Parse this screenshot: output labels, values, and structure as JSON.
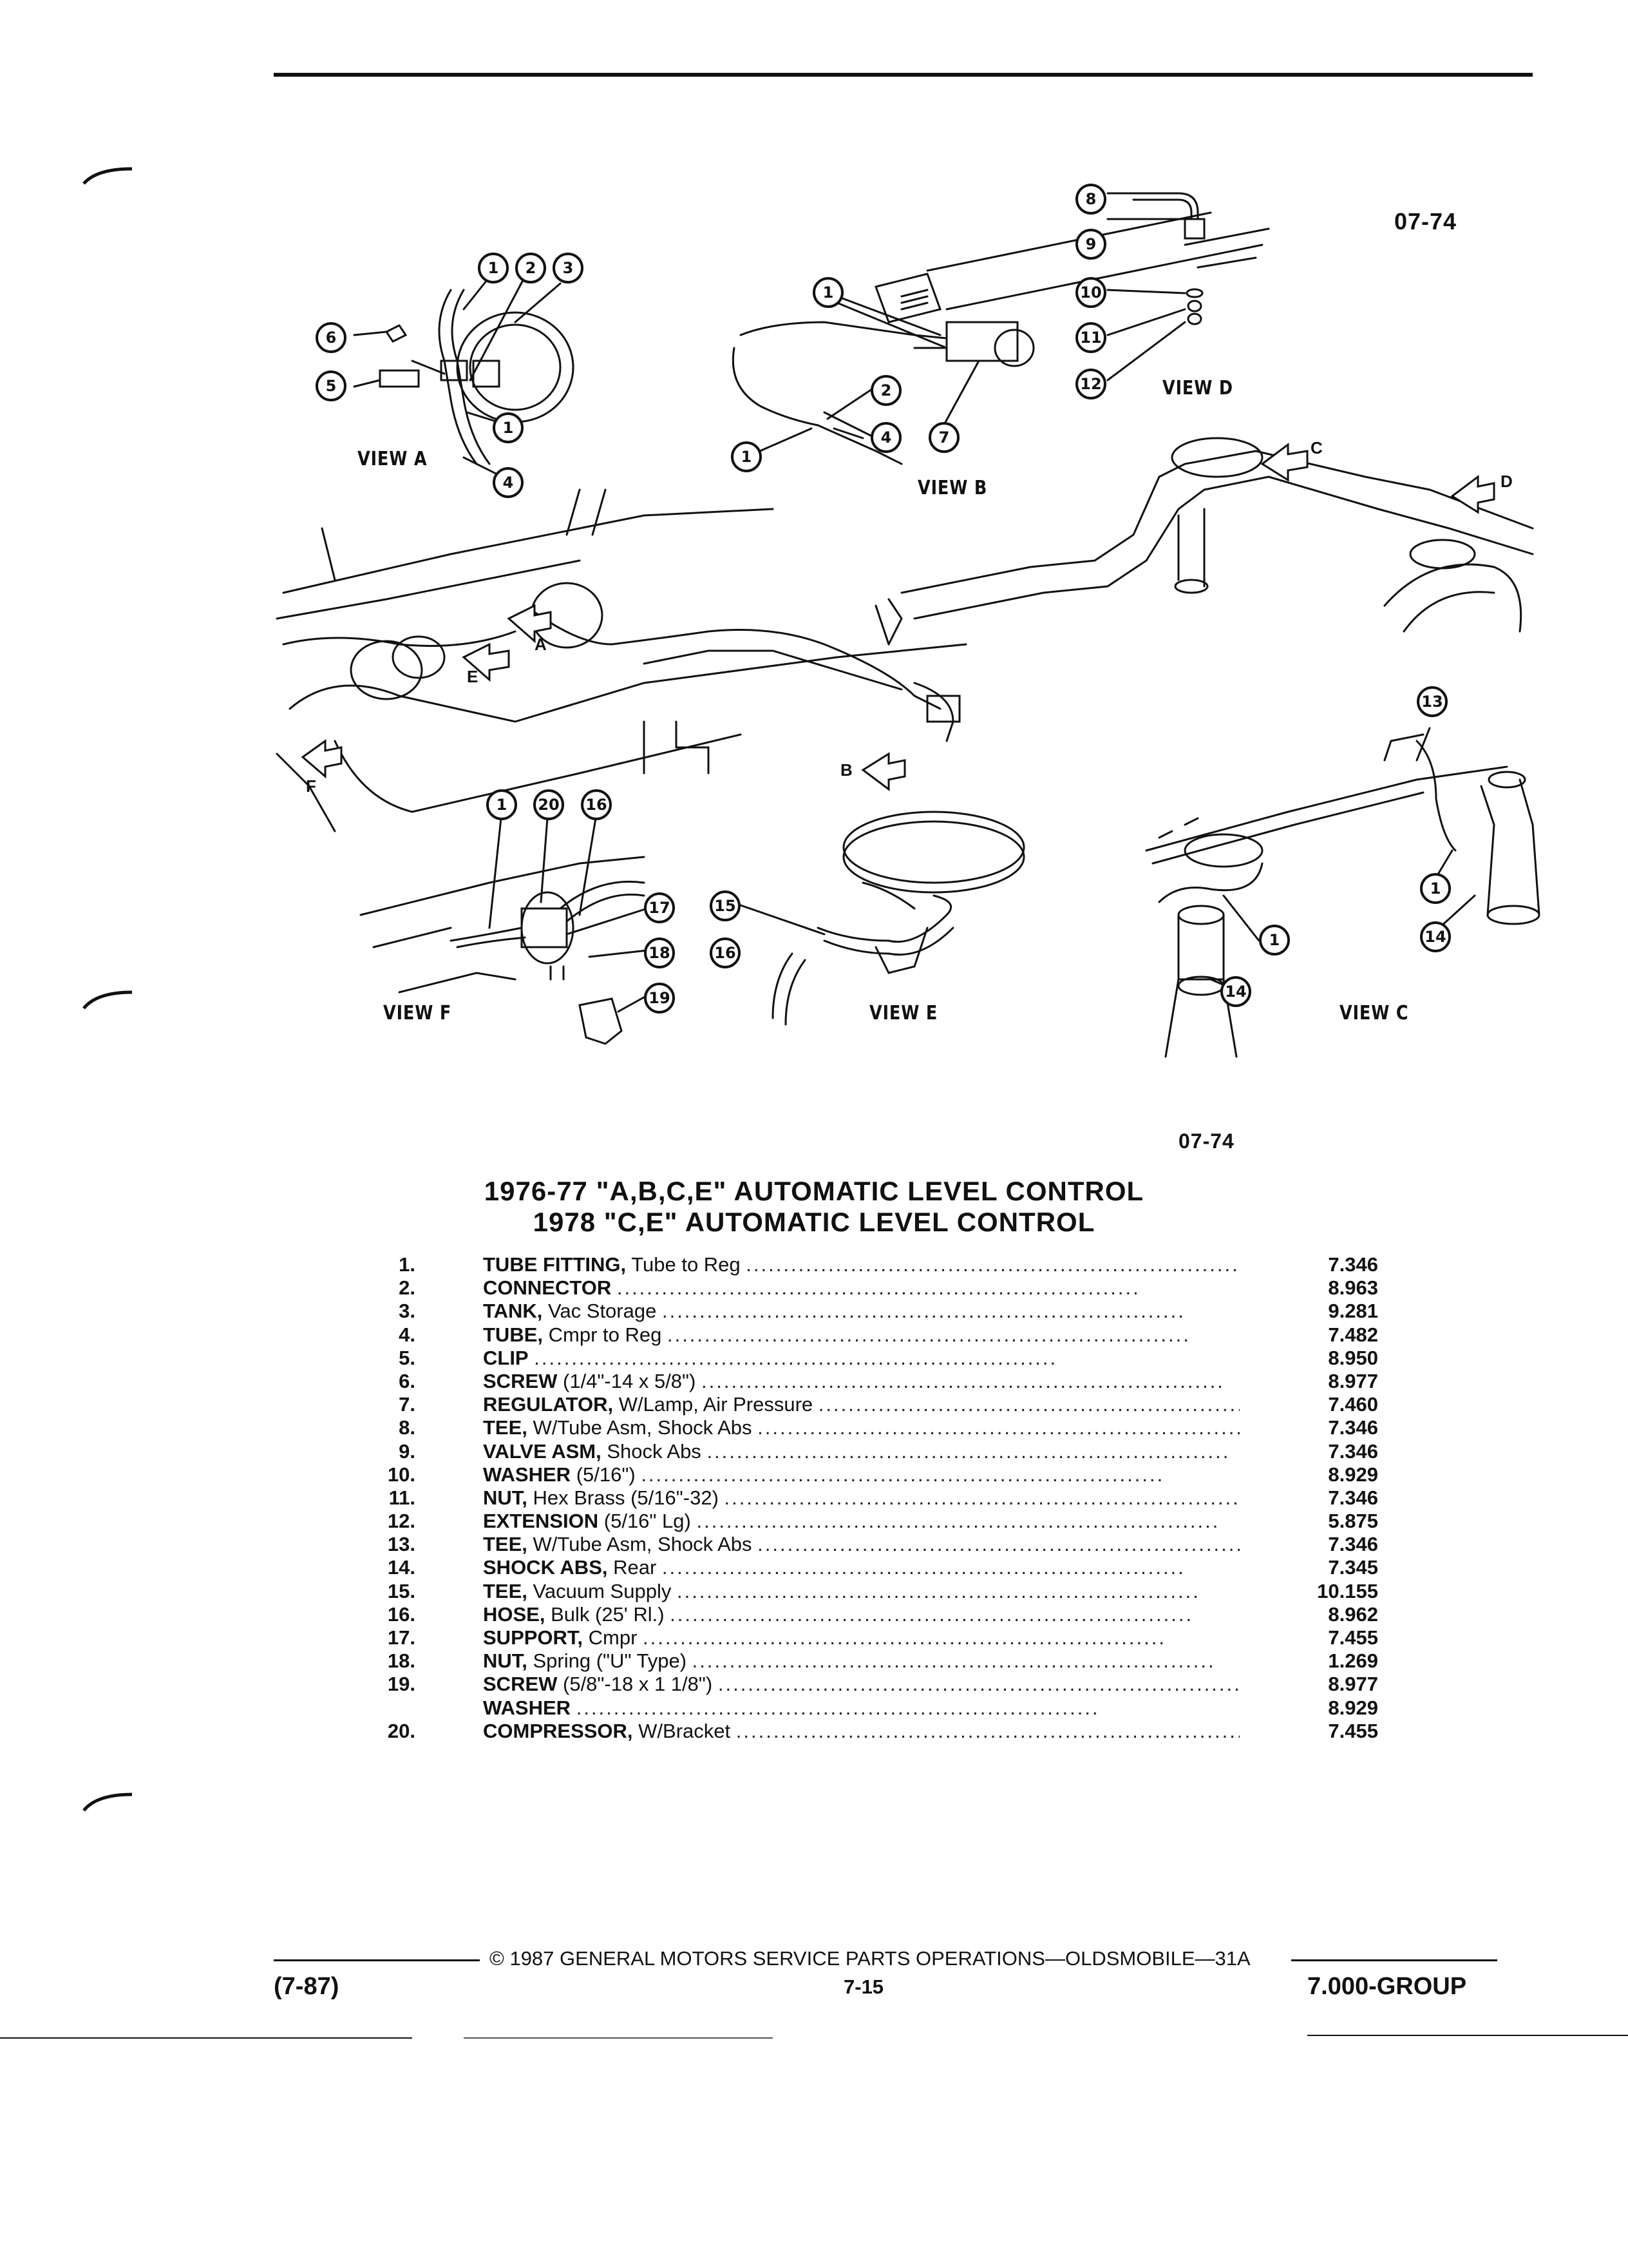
{
  "figure_code_top": "07-74",
  "figure_code_bottom": "07-74",
  "views": {
    "a": "VIEW A",
    "b": "VIEW B",
    "c": "VIEW C",
    "d": "VIEW D",
    "e": "VIEW E",
    "f": "VIEW F"
  },
  "arrow_letters": {
    "a": "A",
    "b": "B",
    "c": "C",
    "d": "D",
    "e": "E",
    "f": "F"
  },
  "title_line1": "1976-77 \"A,B,C,E\" AUTOMATIC LEVEL CONTROL",
  "title_line2": "1978 \"C,E\" AUTOMATIC LEVEL CONTROL",
  "parts": [
    {
      "num": "1.",
      "name": "TUBE FITTING,",
      "detail": " Tube to Reg",
      "group": "7.346"
    },
    {
      "num": "2.",
      "name": "CONNECTOR",
      "detail": "",
      "group": "8.963"
    },
    {
      "num": "3.",
      "name": "TANK,",
      "detail": " Vac Storage",
      "group": "9.281"
    },
    {
      "num": "4.",
      "name": "TUBE,",
      "detail": " Cmpr to Reg",
      "group": "7.482"
    },
    {
      "num": "5.",
      "name": "CLIP",
      "detail": "",
      "group": "8.950"
    },
    {
      "num": "6.",
      "name": "SCREW",
      "detail": " (1/4\"-14 x 5/8\")",
      "group": "8.977"
    },
    {
      "num": "7.",
      "name": "REGULATOR,",
      "detail": " W/Lamp, Air Pressure",
      "group": "7.460"
    },
    {
      "num": "8.",
      "name": "TEE,",
      "detail": " W/Tube Asm, Shock Abs",
      "group": "7.346"
    },
    {
      "num": "9.",
      "name": "VALVE ASM,",
      "detail": " Shock Abs",
      "group": "7.346"
    },
    {
      "num": "10.",
      "name": "WASHER",
      "detail": " (5/16\")",
      "group": "8.929"
    },
    {
      "num": "11.",
      "name": "NUT,",
      "detail": " Hex Brass (5/16\"-32)",
      "group": "7.346"
    },
    {
      "num": "12.",
      "name": "EXTENSION",
      "detail": " (5/16\" Lg)",
      "group": "5.875"
    },
    {
      "num": "13.",
      "name": "TEE,",
      "detail": " W/Tube Asm, Shock Abs",
      "group": "7.346"
    },
    {
      "num": "14.",
      "name": "SHOCK ABS,",
      "detail": " Rear",
      "group": "7.345"
    },
    {
      "num": "15.",
      "name": "TEE,",
      "detail": " Vacuum Supply",
      "group": "10.155"
    },
    {
      "num": "16.",
      "name": "HOSE,",
      "detail": " Bulk (25' Rl.)",
      "group": "8.962"
    },
    {
      "num": "17.",
      "name": "SUPPORT,",
      "detail": " Cmpr",
      "group": "7.455"
    },
    {
      "num": "18.",
      "name": "NUT,",
      "detail": " Spring (\"U\" Type)",
      "group": "1.269"
    },
    {
      "num": "19.",
      "name": "SCREW",
      "detail": " (5/8\"-18 x 1 1/8\")",
      "group": "8.977"
    },
    {
      "num": "",
      "name": "WASHER",
      "detail": "",
      "group": "8.929"
    },
    {
      "num": "20.",
      "name": "COMPRESSOR,",
      "detail": " W/Bracket",
      "group": "7.455"
    }
  ],
  "footer": {
    "copyright": "© 1987 GENERAL MOTORS SERVICE PARTS OPERATIONS—OLDSMOBILE—31A",
    "date_code": "(7-87)",
    "page_number": "7-15",
    "group": "7.000-GROUP"
  }
}
